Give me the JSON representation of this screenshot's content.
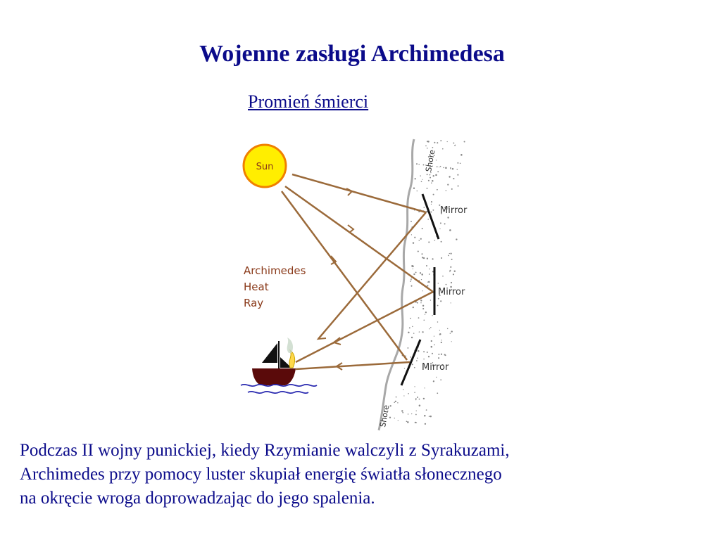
{
  "slide": {
    "title": "Wojenne zasługi Archimedesa",
    "subtitle_link": "Promień śmierci",
    "text_color": "#0b0b8a"
  },
  "diagram": {
    "sun_label": "Sun",
    "shore_label": "Shore",
    "mirror_label": "Mirror",
    "ray_label_lines": [
      "Archimedes",
      "Heat",
      "Ray"
    ],
    "colors": {
      "sun_fill": "#ffee00",
      "sun_stroke": "#f08000",
      "ray": "#9b6a3a",
      "label_text": "#8a3a1a",
      "mirror": "#111111",
      "shore_line": "#a8a8a8",
      "ship_hull": "#5a0a0a",
      "water": "#2a2ab0"
    }
  },
  "caption": {
    "lines": [
      "Podczas II wojny punickiej, kiedy Rzymianie walczyli z Syrakuzami,",
      "Archimedes przy pomocy luster skupiał energię światła słonecznego",
      "na okręcie wroga doprowadzając do jego spalenia."
    ]
  }
}
